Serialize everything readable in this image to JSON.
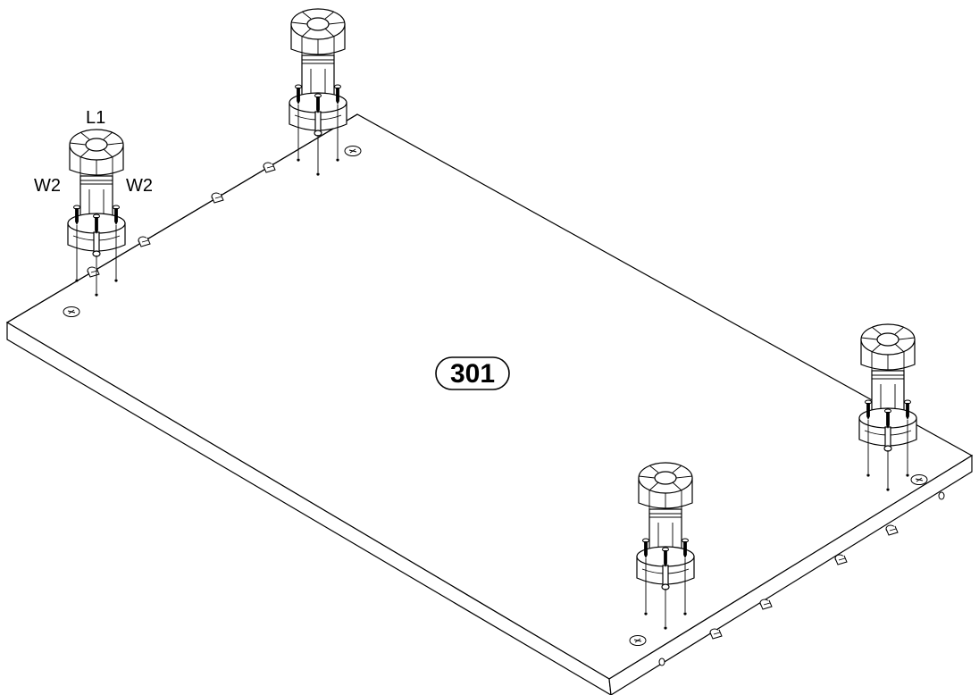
{
  "labels": {
    "part_number": "301",
    "leveler": "L1",
    "screw_left": "W2",
    "screw_right": "W2"
  }
}
